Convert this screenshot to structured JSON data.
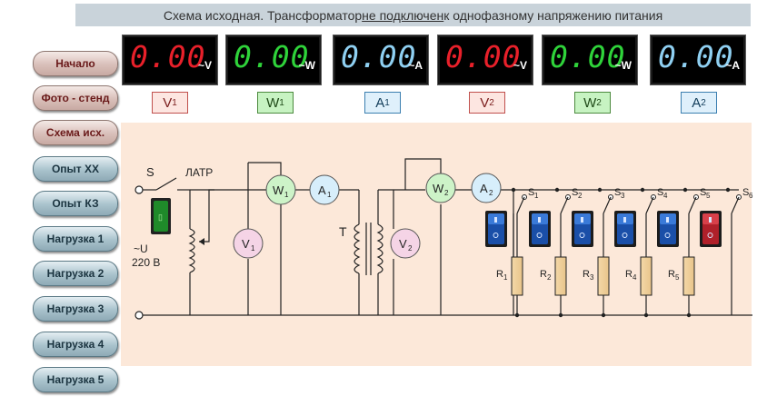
{
  "title": {
    "pre": "Схема исходная.  Трансформатор ",
    "underlined": "не подключен",
    "post": " к однофазному напряжению питания"
  },
  "nav": [
    {
      "label": "Начало"
    },
    {
      "label": "Фото - стенд"
    },
    {
      "label": "Схема исх."
    },
    {
      "label": "Опыт ХХ"
    },
    {
      "label": "Опыт КЗ"
    },
    {
      "label": "Нагрузка 1"
    },
    {
      "label": "Нагрузка 2"
    },
    {
      "label": "Нагрузка 3"
    },
    {
      "label": "Нагрузка 4"
    },
    {
      "label": "Нагрузка 5"
    }
  ],
  "meters": [
    {
      "value": "0.00",
      "unit": "~V",
      "label": "V",
      "sub": "1",
      "color": "#e8202a"
    },
    {
      "value": "0.00",
      "unit": "~W",
      "label": "W",
      "sub": "1",
      "color": "#2fd33a"
    },
    {
      "value": "0.00",
      "unit": "~A",
      "label": "A",
      "sub": "1",
      "color": "#8fd0f2"
    },
    {
      "value": "0.00",
      "unit": "~V",
      "label": "V",
      "sub": "2",
      "color": "#e8202a"
    },
    {
      "value": "0.00",
      "unit": "~W",
      "label": "W",
      "sub": "2",
      "color": "#2fd33a"
    },
    {
      "value": "0.00",
      "unit": "~A",
      "label": "A",
      "sub": "2",
      "color": "#8fd0f2"
    }
  ],
  "schema": {
    "switch_label": "S",
    "latr_label": "ЛАТР",
    "supply_label_1": "~U",
    "supply_label_2": "220 В",
    "transformer_label": "T",
    "inst_v1": "V",
    "inst_v1_sub": "1",
    "inst_w1": "W",
    "inst_w1_sub": "1",
    "inst_a1": "A",
    "inst_a1_sub": "1",
    "inst_v2": "V",
    "inst_v2_sub": "2",
    "inst_w2": "W",
    "inst_w2_sub": "2",
    "inst_a2": "A",
    "inst_a2_sub": "2",
    "switches": [
      {
        "label": "S",
        "sub": "1",
        "state": "off",
        "color": "blue"
      },
      {
        "label": "S",
        "sub": "2",
        "state": "off",
        "color": "blue"
      },
      {
        "label": "S",
        "sub": "3",
        "state": "off",
        "color": "blue"
      },
      {
        "label": "S",
        "sub": "4",
        "state": "off",
        "color": "blue"
      },
      {
        "label": "S",
        "sub": "5",
        "state": "off",
        "color": "blue"
      },
      {
        "label": "S",
        "sub": "6",
        "state": "off",
        "color": "red"
      }
    ],
    "resistors": [
      {
        "label": "R",
        "sub": "1"
      },
      {
        "label": "R",
        "sub": "2"
      },
      {
        "label": "R",
        "sub": "3"
      },
      {
        "label": "R",
        "sub": "4"
      },
      {
        "label": "R",
        "sub": "5"
      }
    ],
    "main_switch_state": "off"
  }
}
